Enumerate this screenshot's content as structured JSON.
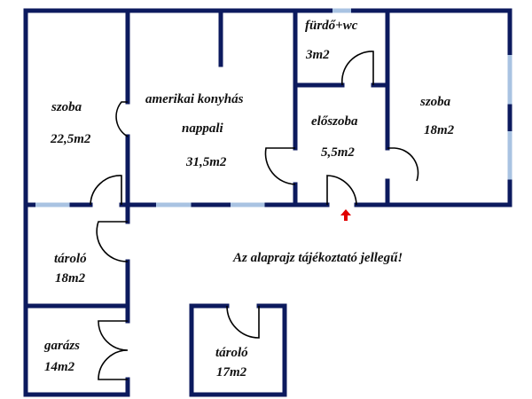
{
  "rooms": [
    {
      "name": "szoba",
      "area": "22,5m2"
    },
    {
      "name": "amerikai konyhás",
      "name2": "nappali",
      "area": "31,5m2"
    },
    {
      "name": "fürdő+wc",
      "area": "3m2"
    },
    {
      "name": "előszoba",
      "area": "5,5m2"
    },
    {
      "name": "szoba",
      "area": "18m2"
    },
    {
      "name": "tároló",
      "area": "18m2"
    },
    {
      "name": "garázs",
      "area": "14m2"
    },
    {
      "name": "tároló",
      "area": "17m2"
    }
  ],
  "note": "Az alaprajz tájékoztató jellegű!",
  "colors": {
    "wall": "#0c1a5e",
    "window": "#a9c3e2",
    "entrance_arrow": "#e00000"
  }
}
